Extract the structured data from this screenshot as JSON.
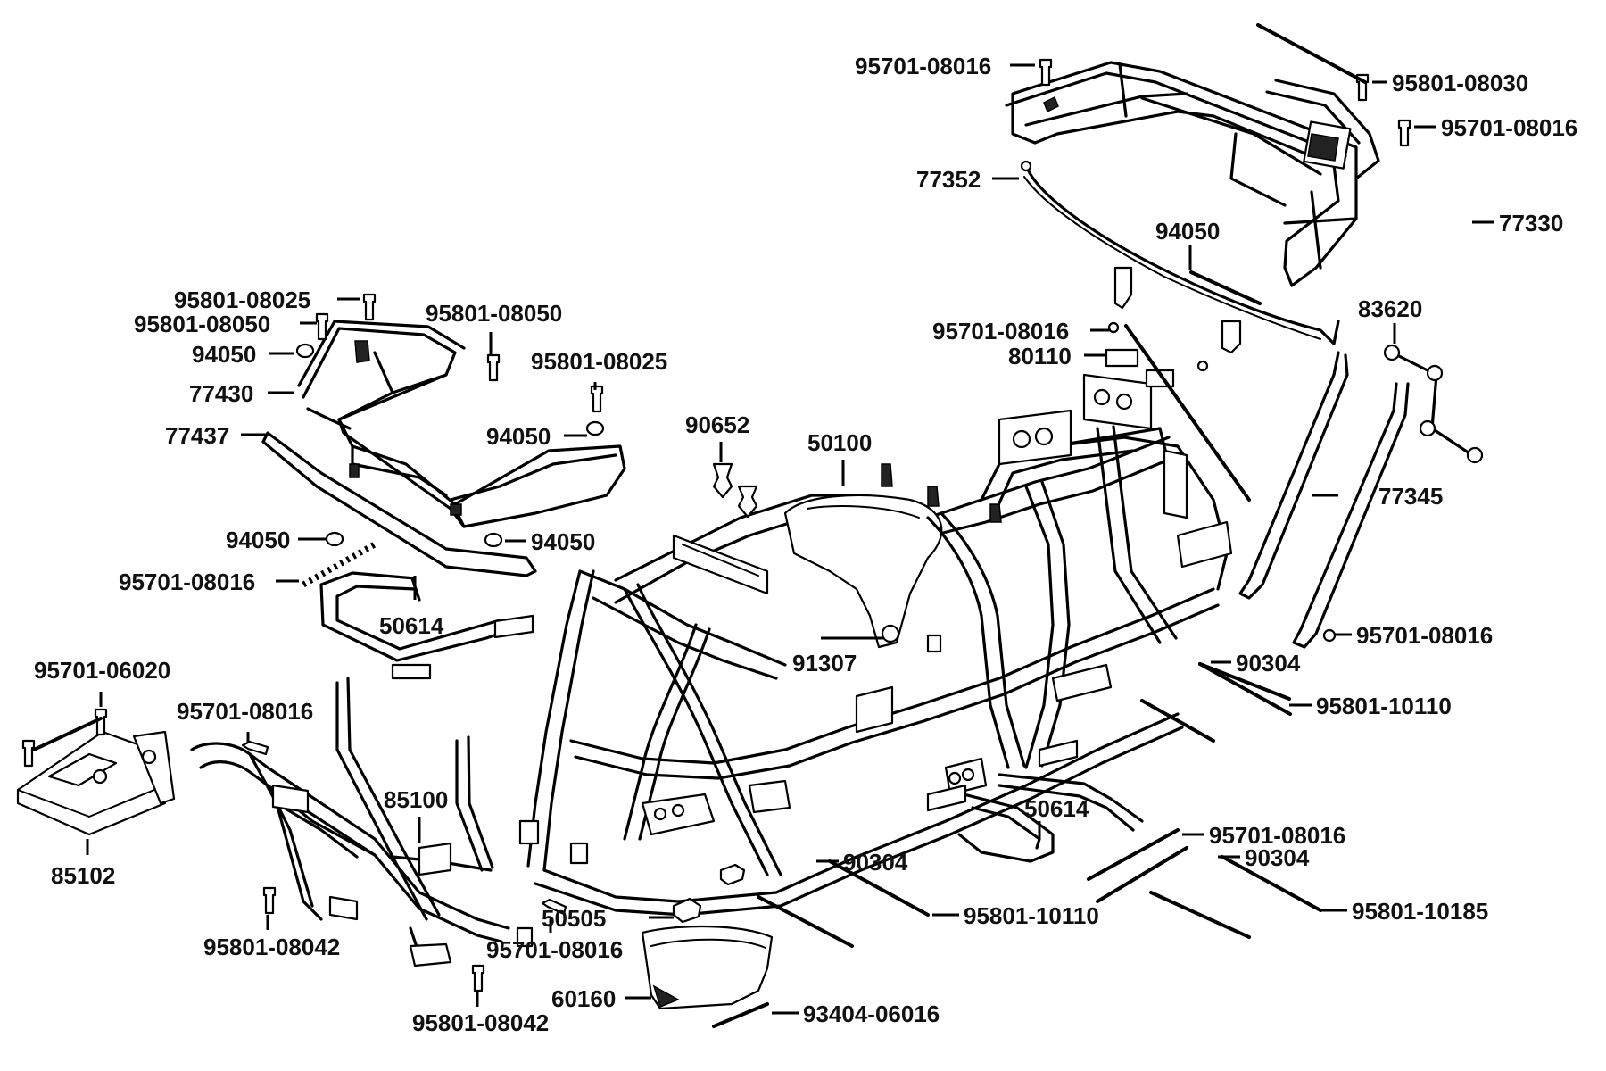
{
  "diagram": {
    "callouts": [
      {
        "id": "c1",
        "text": "95701-08016"
      },
      {
        "id": "c2",
        "text": "95801-08030"
      },
      {
        "id": "c3",
        "text": "95701-08016"
      },
      {
        "id": "c4",
        "text": "77352"
      },
      {
        "id": "c5",
        "text": "77330"
      },
      {
        "id": "c6",
        "text": "94050"
      },
      {
        "id": "c7",
        "text": "83620"
      },
      {
        "id": "c8",
        "text": "95801-08025"
      },
      {
        "id": "c9",
        "text": "95801-08050"
      },
      {
        "id": "c10",
        "text": "95801-08050"
      },
      {
        "id": "c11",
        "text": "94050"
      },
      {
        "id": "c12",
        "text": "95801-08025"
      },
      {
        "id": "c13",
        "text": "77430"
      },
      {
        "id": "c14",
        "text": "95701-08016"
      },
      {
        "id": "c15",
        "text": "80110"
      },
      {
        "id": "c16",
        "text": "77437"
      },
      {
        "id": "c17",
        "text": "94050"
      },
      {
        "id": "c18",
        "text": "90652"
      },
      {
        "id": "c19",
        "text": "50100"
      },
      {
        "id": "c20",
        "text": "77345"
      },
      {
        "id": "c21",
        "text": "94050"
      },
      {
        "id": "c22",
        "text": "94050"
      },
      {
        "id": "c23",
        "text": "95701-08016"
      },
      {
        "id": "c24",
        "text": "50614"
      },
      {
        "id": "c25",
        "text": "95701-08016"
      },
      {
        "id": "c26",
        "text": "91307"
      },
      {
        "id": "c27",
        "text": "90304"
      },
      {
        "id": "c28",
        "text": "95701-06020"
      },
      {
        "id": "c29",
        "text": "95801-10110"
      },
      {
        "id": "c30",
        "text": "95701-08016"
      },
      {
        "id": "c31",
        "text": "85100"
      },
      {
        "id": "c32",
        "text": "50614"
      },
      {
        "id": "c33",
        "text": "95701-08016"
      },
      {
        "id": "c34",
        "text": "85102"
      },
      {
        "id": "c35",
        "text": "90304"
      },
      {
        "id": "c36",
        "text": "90304"
      },
      {
        "id": "c37",
        "text": "50505"
      },
      {
        "id": "c38",
        "text": "95801-10110"
      },
      {
        "id": "c39",
        "text": "95801-10185"
      },
      {
        "id": "c40",
        "text": "95801-08042"
      },
      {
        "id": "c41",
        "text": "95701-08016"
      },
      {
        "id": "c42",
        "text": "60160"
      },
      {
        "id": "c43",
        "text": "93404-06016"
      },
      {
        "id": "c44",
        "text": "95801-08042"
      }
    ]
  },
  "colors": {
    "line": "#000000",
    "background": "#ffffff",
    "text": "#111111"
  }
}
